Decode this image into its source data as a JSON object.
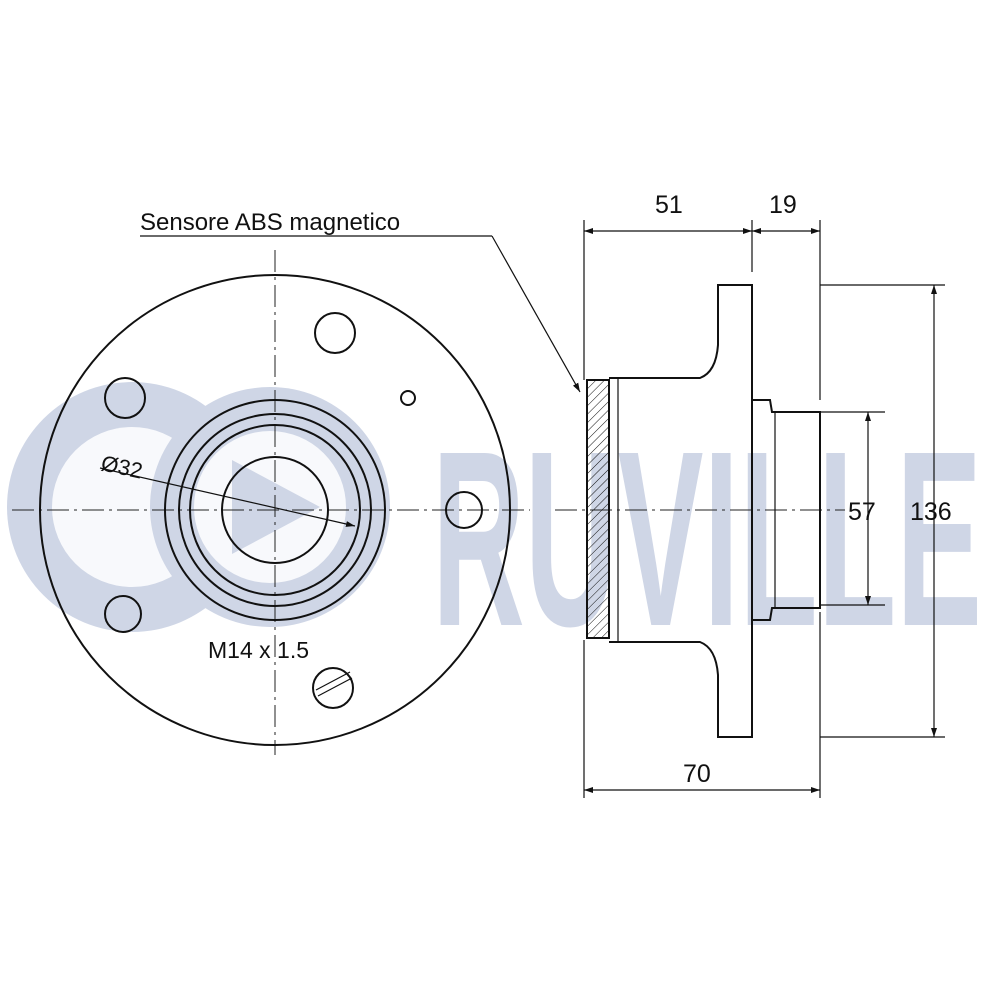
{
  "watermark": {
    "brand": "RUVILLE",
    "color": "#cfd6e6"
  },
  "labels": {
    "abs_sensor": "Sensore ABS magnetico",
    "bore_diameter": "Ø32",
    "thread": "M14 x 1.5"
  },
  "dimensions": {
    "flange_to_face": "51",
    "spigot_length": "19",
    "overall_length": "70",
    "spigot_diameter": "57",
    "flange_diameter": "136"
  },
  "colors": {
    "line": "#111111",
    "background": "#ffffff"
  }
}
